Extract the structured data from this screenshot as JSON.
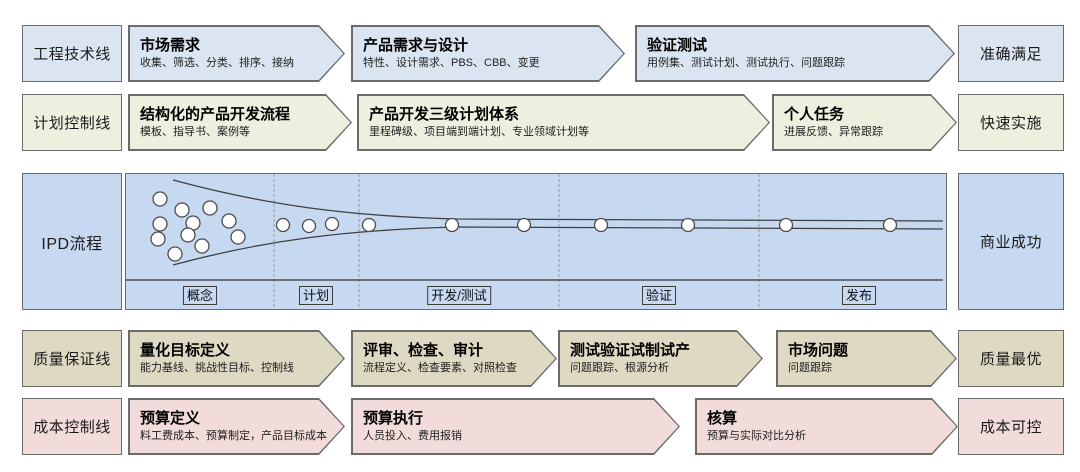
{
  "lanes": [
    {
      "label": "工程技术线",
      "result": "准确满足",
      "fill": "#dbe5f1",
      "steps": [
        {
          "title": "市场需求",
          "subtitle": "收集、筛选、分类、排序、接纳"
        },
        {
          "title": "产品需求与设计",
          "subtitle": "特性、设计需求、PBS、CBB、变更"
        },
        {
          "title": "验证测试",
          "subtitle": "用例集、测试计划、测试执行、问题跟踪"
        }
      ]
    },
    {
      "label": "计划控制线",
      "result": "快速实施",
      "fill": "#ebf1de",
      "steps": [
        {
          "title": "结构化的产品开发流程",
          "subtitle": "模板、指导书、案例等"
        },
        {
          "title": "产品开发三级计划体系",
          "subtitle": "里程碑级、项目端到端计划、专业领域计划等"
        },
        {
          "title": "个人任务",
          "subtitle": "进展反馈、异常跟踪"
        }
      ]
    },
    {
      "label": "质量保证线",
      "result": "质量最优",
      "fill": "#ddd9c3",
      "steps": [
        {
          "title": "量化目标定义",
          "subtitle": "能力基线、挑战性目标、控制线"
        },
        {
          "title": "评审、检查、审计",
          "subtitle": "流程定义、检查要素、对照检查"
        },
        {
          "title": "测试验证试制试产",
          "subtitle": "问题跟踪、根源分析"
        },
        {
          "title": "市场问题",
          "subtitle": "问题跟踪"
        }
      ]
    },
    {
      "label": "成本控制线",
      "result": "成本可控",
      "fill": "#f2dcdb",
      "steps": [
        {
          "title": "预算定义",
          "subtitle": "料工费成本、预算制定，产品目标成本"
        },
        {
          "title": "预算执行",
          "subtitle": "人员投入、费用报销"
        },
        {
          "title": "核算",
          "subtitle": "预算与实际对比分析"
        }
      ]
    }
  ],
  "ipd": {
    "label": "IPD流程",
    "result": "商业成功",
    "fill": "#c6d9f1",
    "phases": [
      "概念",
      "计划",
      "开发/测试",
      "验证",
      "发布"
    ]
  },
  "colors": {
    "border": "#6b6b6b",
    "funnel_line": "#404040",
    "divider": "#9a9a9a"
  }
}
